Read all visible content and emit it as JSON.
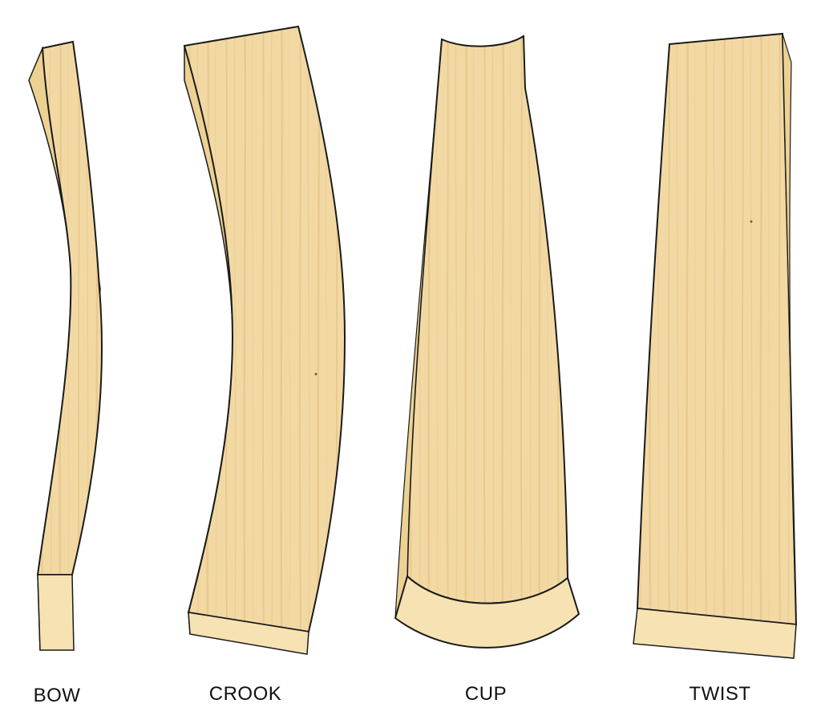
{
  "labels": {
    "bow": "BOW",
    "crook": "CROOK",
    "cup": "CUP",
    "twist": "TWIST"
  },
  "colors": {
    "wood_face": "#f2d9a4",
    "wood_side": "#ecd193",
    "wood_end": "#f6e2b2",
    "grain": "#e2c07e",
    "outline": "#1a1a1a"
  }
}
